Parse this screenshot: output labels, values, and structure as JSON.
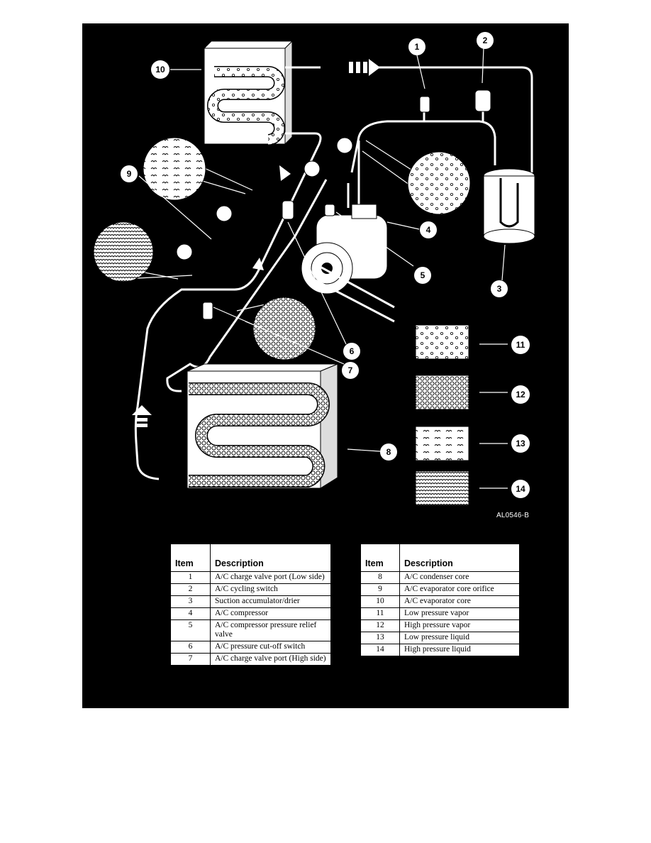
{
  "callouts": [
    {
      "n": "1",
      "label": "1"
    },
    {
      "n": "2",
      "label": "2"
    },
    {
      "n": "3",
      "label": "3"
    },
    {
      "n": "4",
      "label": "4"
    },
    {
      "n": "5",
      "label": "5"
    },
    {
      "n": "6",
      "label": "6"
    },
    {
      "n": "7",
      "label": "7"
    },
    {
      "n": "8",
      "label": "8"
    },
    {
      "n": "9",
      "label": "9"
    },
    {
      "n": "10",
      "label": "10"
    },
    {
      "n": "11",
      "label": "11"
    },
    {
      "n": "12",
      "label": "12"
    },
    {
      "n": "13",
      "label": "13"
    },
    {
      "n": "14",
      "label": "14"
    }
  ],
  "figure_code": "AL0546-B",
  "legend": {
    "header_item": "Item",
    "header_description": "Description",
    "left_rows": [
      {
        "item": "1",
        "description": "A/C charge valve port (Low side)"
      },
      {
        "item": "2",
        "description": "A/C cycling switch"
      },
      {
        "item": "3",
        "description": "Suction accumulator/drier"
      },
      {
        "item": "4",
        "description": "A/C compressor"
      },
      {
        "item": "5",
        "description": "A/C compressor pressure relief valve"
      },
      {
        "item": "6",
        "description": "A/C pressure cut-off switch"
      },
      {
        "item": "7",
        "description": "A/C charge valve port (High side)"
      }
    ],
    "right_rows": [
      {
        "item": "8",
        "description": "A/C condenser core"
      },
      {
        "item": "9",
        "description": "A/C evaporator core orifice"
      },
      {
        "item": "10",
        "description": "A/C evaporator core"
      },
      {
        "item": "11",
        "description": "Low pressure vapor"
      },
      {
        "item": "12",
        "description": "High pressure vapor"
      },
      {
        "item": "13",
        "description": "Low pressure liquid"
      },
      {
        "item": "14",
        "description": "High pressure liquid"
      }
    ]
  },
  "colors": {
    "panel": "#000000",
    "ink": "#ffffff"
  }
}
